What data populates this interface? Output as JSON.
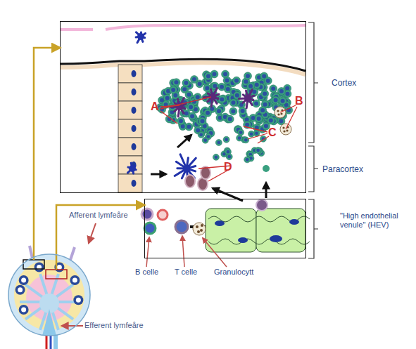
{
  "diagram": {
    "nodes": [
      {
        "text": [
          "Cortex",
          "Paracortex"
        ]
      },
      {
        "text": [
          "\"High endothelial venule\" (HEV)"
        ]
      },
      {
        "text": [
          "Afferent lymfeåre",
          "Efferent lymfeåre"
        ]
      }
    ],
    "edges": [
      {
        "from": 2,
        "to": 0,
        "arrow": "to"
      },
      {
        "from": 2,
        "to": 1,
        "arrow": "to"
      }
    ],
    "labels": [
      "A",
      "B",
      "C",
      "D",
      "B celle",
      "T celle",
      "Granulocytt"
    ]
  }
}
